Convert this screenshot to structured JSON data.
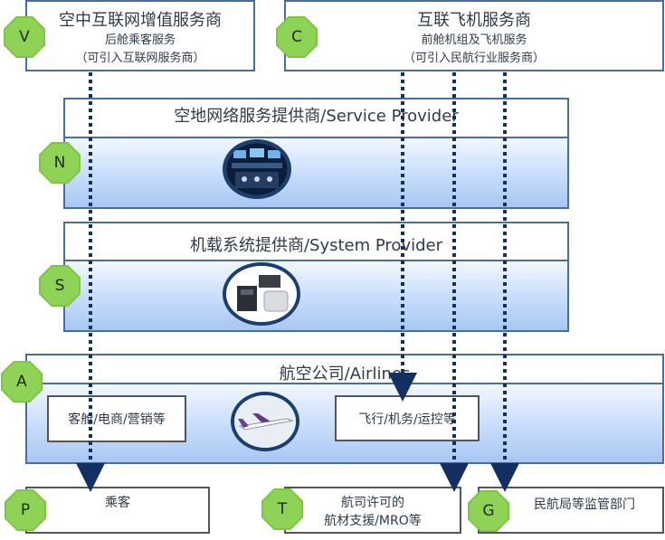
{
  "v_box": {
    "badge": "V",
    "title": "空中互联网增值服务商",
    "line1": "后舱乘客服务",
    "line2": "（可引入互联网服务商）"
  },
  "c_box": {
    "badge": "C",
    "title": "互联飞机服务商",
    "line1": "前舱机组及飞机服务",
    "line2": "（可引入民航行业服务商）"
  },
  "n_band": {
    "badge": "N",
    "title": "空地网络服务提供商/Service Provider",
    "image": "network-operations-center-photo"
  },
  "s_band": {
    "badge": "S",
    "title": "机载系统提供商/System Provider",
    "image": "avionics-hardware-photo"
  },
  "a_band": {
    "badge": "A",
    "title": "航空公司/Airlines",
    "left_box": "客舱/电商/营销等",
    "right_box": "飞行/机务/运控等",
    "image": "airliner-photo"
  },
  "p_box": {
    "badge": "P",
    "label": "乘客"
  },
  "t_box": {
    "badge": "T",
    "line1": "航司许可的",
    "line2": "航材支援/MRO等"
  },
  "g_box": {
    "badge": "G",
    "label": "民航局等监管部门"
  },
  "colors": {
    "border": "#4a6d9c",
    "arrow": "#142f62",
    "badge": "#7dc447",
    "band_gradient_end": "#a9c7f3"
  }
}
